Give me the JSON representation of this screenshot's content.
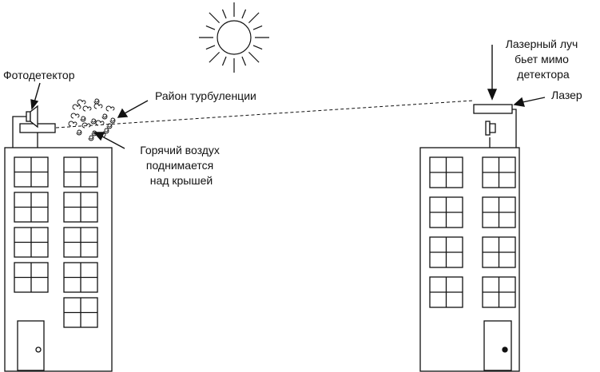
{
  "labels": {
    "photodetector": "Фотодетектор",
    "turbulence": "Район турбуленции",
    "hot_air": [
      "Горячий воздух",
      "поднимается",
      "над крышей"
    ],
    "laser_miss": [
      "Лазерный луч",
      "бьет мимо",
      "детектора"
    ],
    "laser": "Лазер"
  },
  "buildings": {
    "left": {
      "window_rows": 5,
      "window_cols": 2,
      "door_knob": "open"
    },
    "right": {
      "window_rows": 4,
      "window_cols": 2,
      "door_knob": "filled"
    }
  },
  "icons": [
    "sun-icon",
    "photodetector-icon",
    "laser-icon",
    "turbulence-swirls"
  ],
  "colors": {
    "ink": "#111111",
    "background": "#ffffff"
  }
}
